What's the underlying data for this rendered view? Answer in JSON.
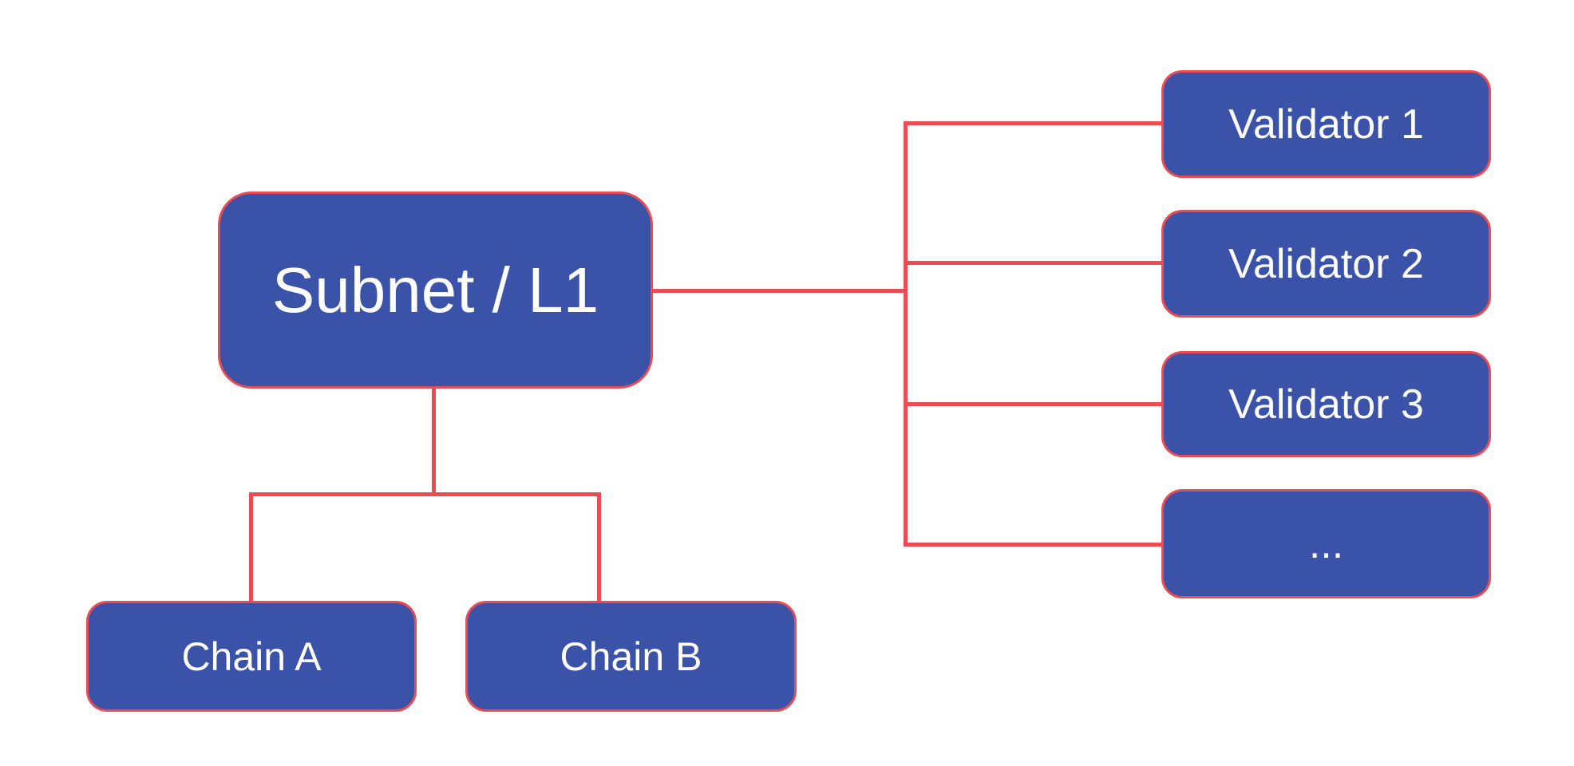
{
  "diagram": {
    "nodes": {
      "subnet": "Subnet / L1",
      "chain_a": "Chain A",
      "chain_b": "Chain B",
      "validator_1": "Validator 1",
      "validator_2": "Validator 2",
      "validator_3": "Validator 3",
      "validator_more": "..."
    },
    "edges": [
      {
        "from": "subnet",
        "to": "chain_a"
      },
      {
        "from": "subnet",
        "to": "chain_b"
      },
      {
        "from": "subnet",
        "to": "validator_1"
      },
      {
        "from": "subnet",
        "to": "validator_2"
      },
      {
        "from": "subnet",
        "to": "validator_3"
      },
      {
        "from": "subnet",
        "to": "validator_more"
      }
    ],
    "colors": {
      "background": "#ffffff",
      "node_fill": "#3A53A8",
      "node_border": "#EB4B53",
      "edge": "#EB4B53",
      "text": "#ffffff"
    }
  }
}
